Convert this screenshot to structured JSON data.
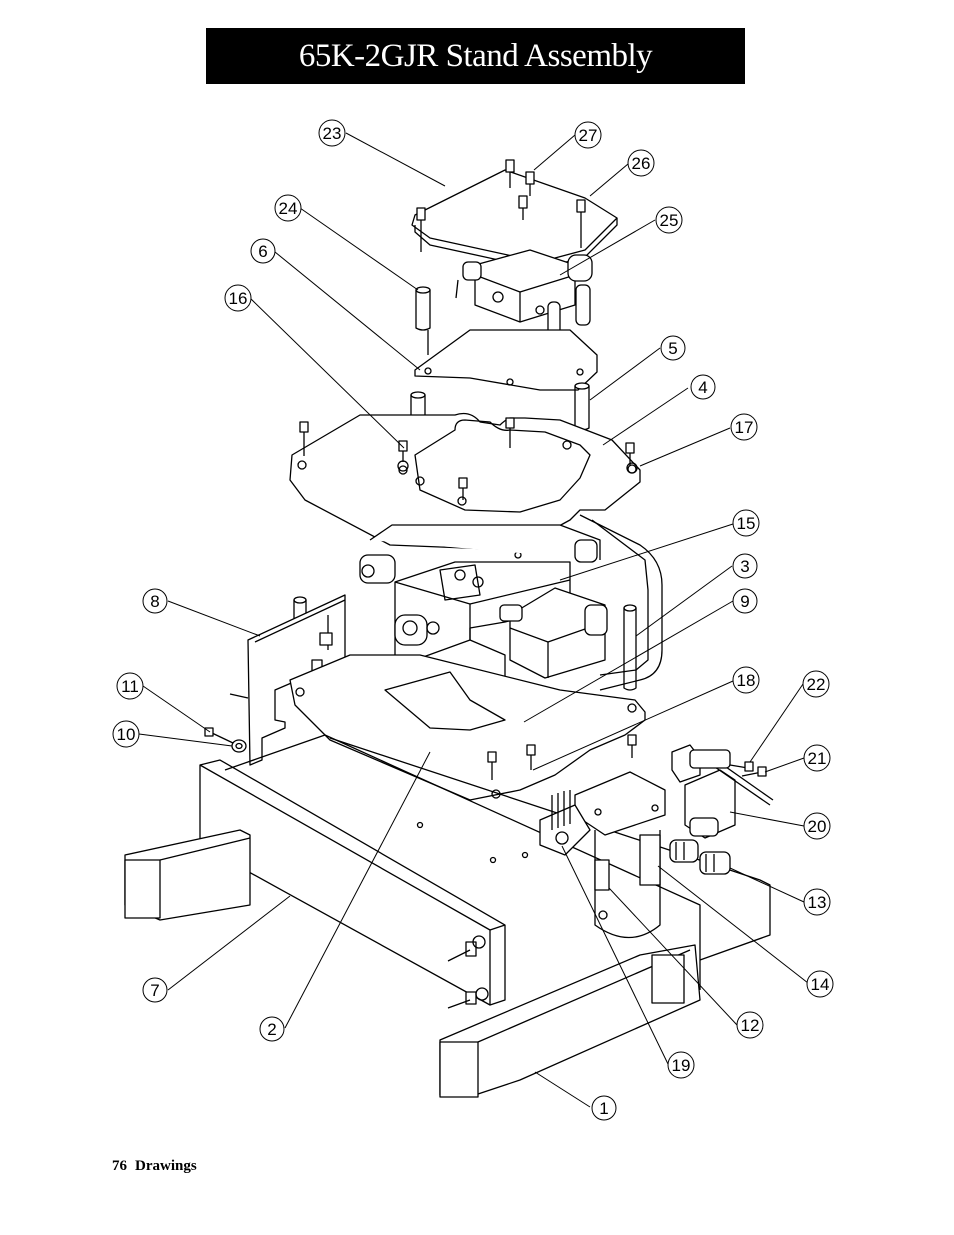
{
  "header": {
    "title": "65K-2GJR Stand Assembly"
  },
  "footer": {
    "page_number": "76",
    "section": "Drawings"
  },
  "callouts": [
    {
      "id": "c1",
      "label": "1"
    },
    {
      "id": "c2",
      "label": "2"
    },
    {
      "id": "c3",
      "label": "3"
    },
    {
      "id": "c4",
      "label": "4"
    },
    {
      "id": "c5",
      "label": "5"
    },
    {
      "id": "c6",
      "label": "6"
    },
    {
      "id": "c7",
      "label": "7"
    },
    {
      "id": "c8",
      "label": "8"
    },
    {
      "id": "c9",
      "label": "9"
    },
    {
      "id": "c10",
      "label": "10"
    },
    {
      "id": "c11",
      "label": "11"
    },
    {
      "id": "c12",
      "label": "12"
    },
    {
      "id": "c13",
      "label": "13"
    },
    {
      "id": "c14",
      "label": "14"
    },
    {
      "id": "c15",
      "label": "15"
    },
    {
      "id": "c16",
      "label": "16"
    },
    {
      "id": "c17",
      "label": "17"
    },
    {
      "id": "c18",
      "label": "18"
    },
    {
      "id": "c19",
      "label": "19"
    },
    {
      "id": "c20",
      "label": "20"
    },
    {
      "id": "c21",
      "label": "21"
    },
    {
      "id": "c22",
      "label": "22"
    },
    {
      "id": "c23",
      "label": "23"
    },
    {
      "id": "c24",
      "label": "24"
    },
    {
      "id": "c25",
      "label": "25"
    },
    {
      "id": "c26",
      "label": "26"
    },
    {
      "id": "c27",
      "label": "27"
    }
  ]
}
